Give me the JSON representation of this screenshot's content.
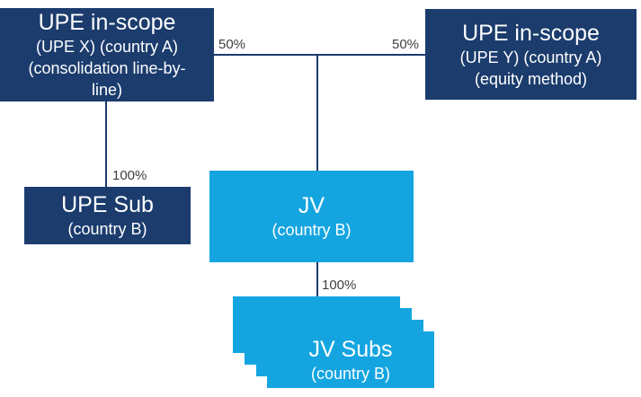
{
  "colors": {
    "navy": "#1b3c6d",
    "cyan": "#14a5e1",
    "line": "#1b3c6d",
    "label": "#3f3f3f"
  },
  "nodes": {
    "upe_x": {
      "title": "UPE in-scope",
      "lines": [
        "(UPE X) (country A)",
        "(consolidation line-by-",
        "line)"
      ]
    },
    "upe_y": {
      "title": "UPE in-scope",
      "lines": [
        "(UPE Y) (country A)",
        "(equity method)"
      ]
    },
    "upe_sub": {
      "title": "UPE Sub",
      "lines": [
        "(country B)"
      ]
    },
    "jv": {
      "title": "JV",
      "lines": [
        "(country B)"
      ]
    },
    "jv_subs": {
      "title": "JV Subs",
      "lines": [
        "(country B)"
      ]
    }
  },
  "edges": {
    "upe_x_to_jv": {
      "label": "50%"
    },
    "upe_y_to_jv": {
      "label": "50%"
    },
    "upe_x_to_upe_sub": {
      "label": "100%"
    },
    "jv_to_jv_subs": {
      "label": "100%"
    }
  }
}
